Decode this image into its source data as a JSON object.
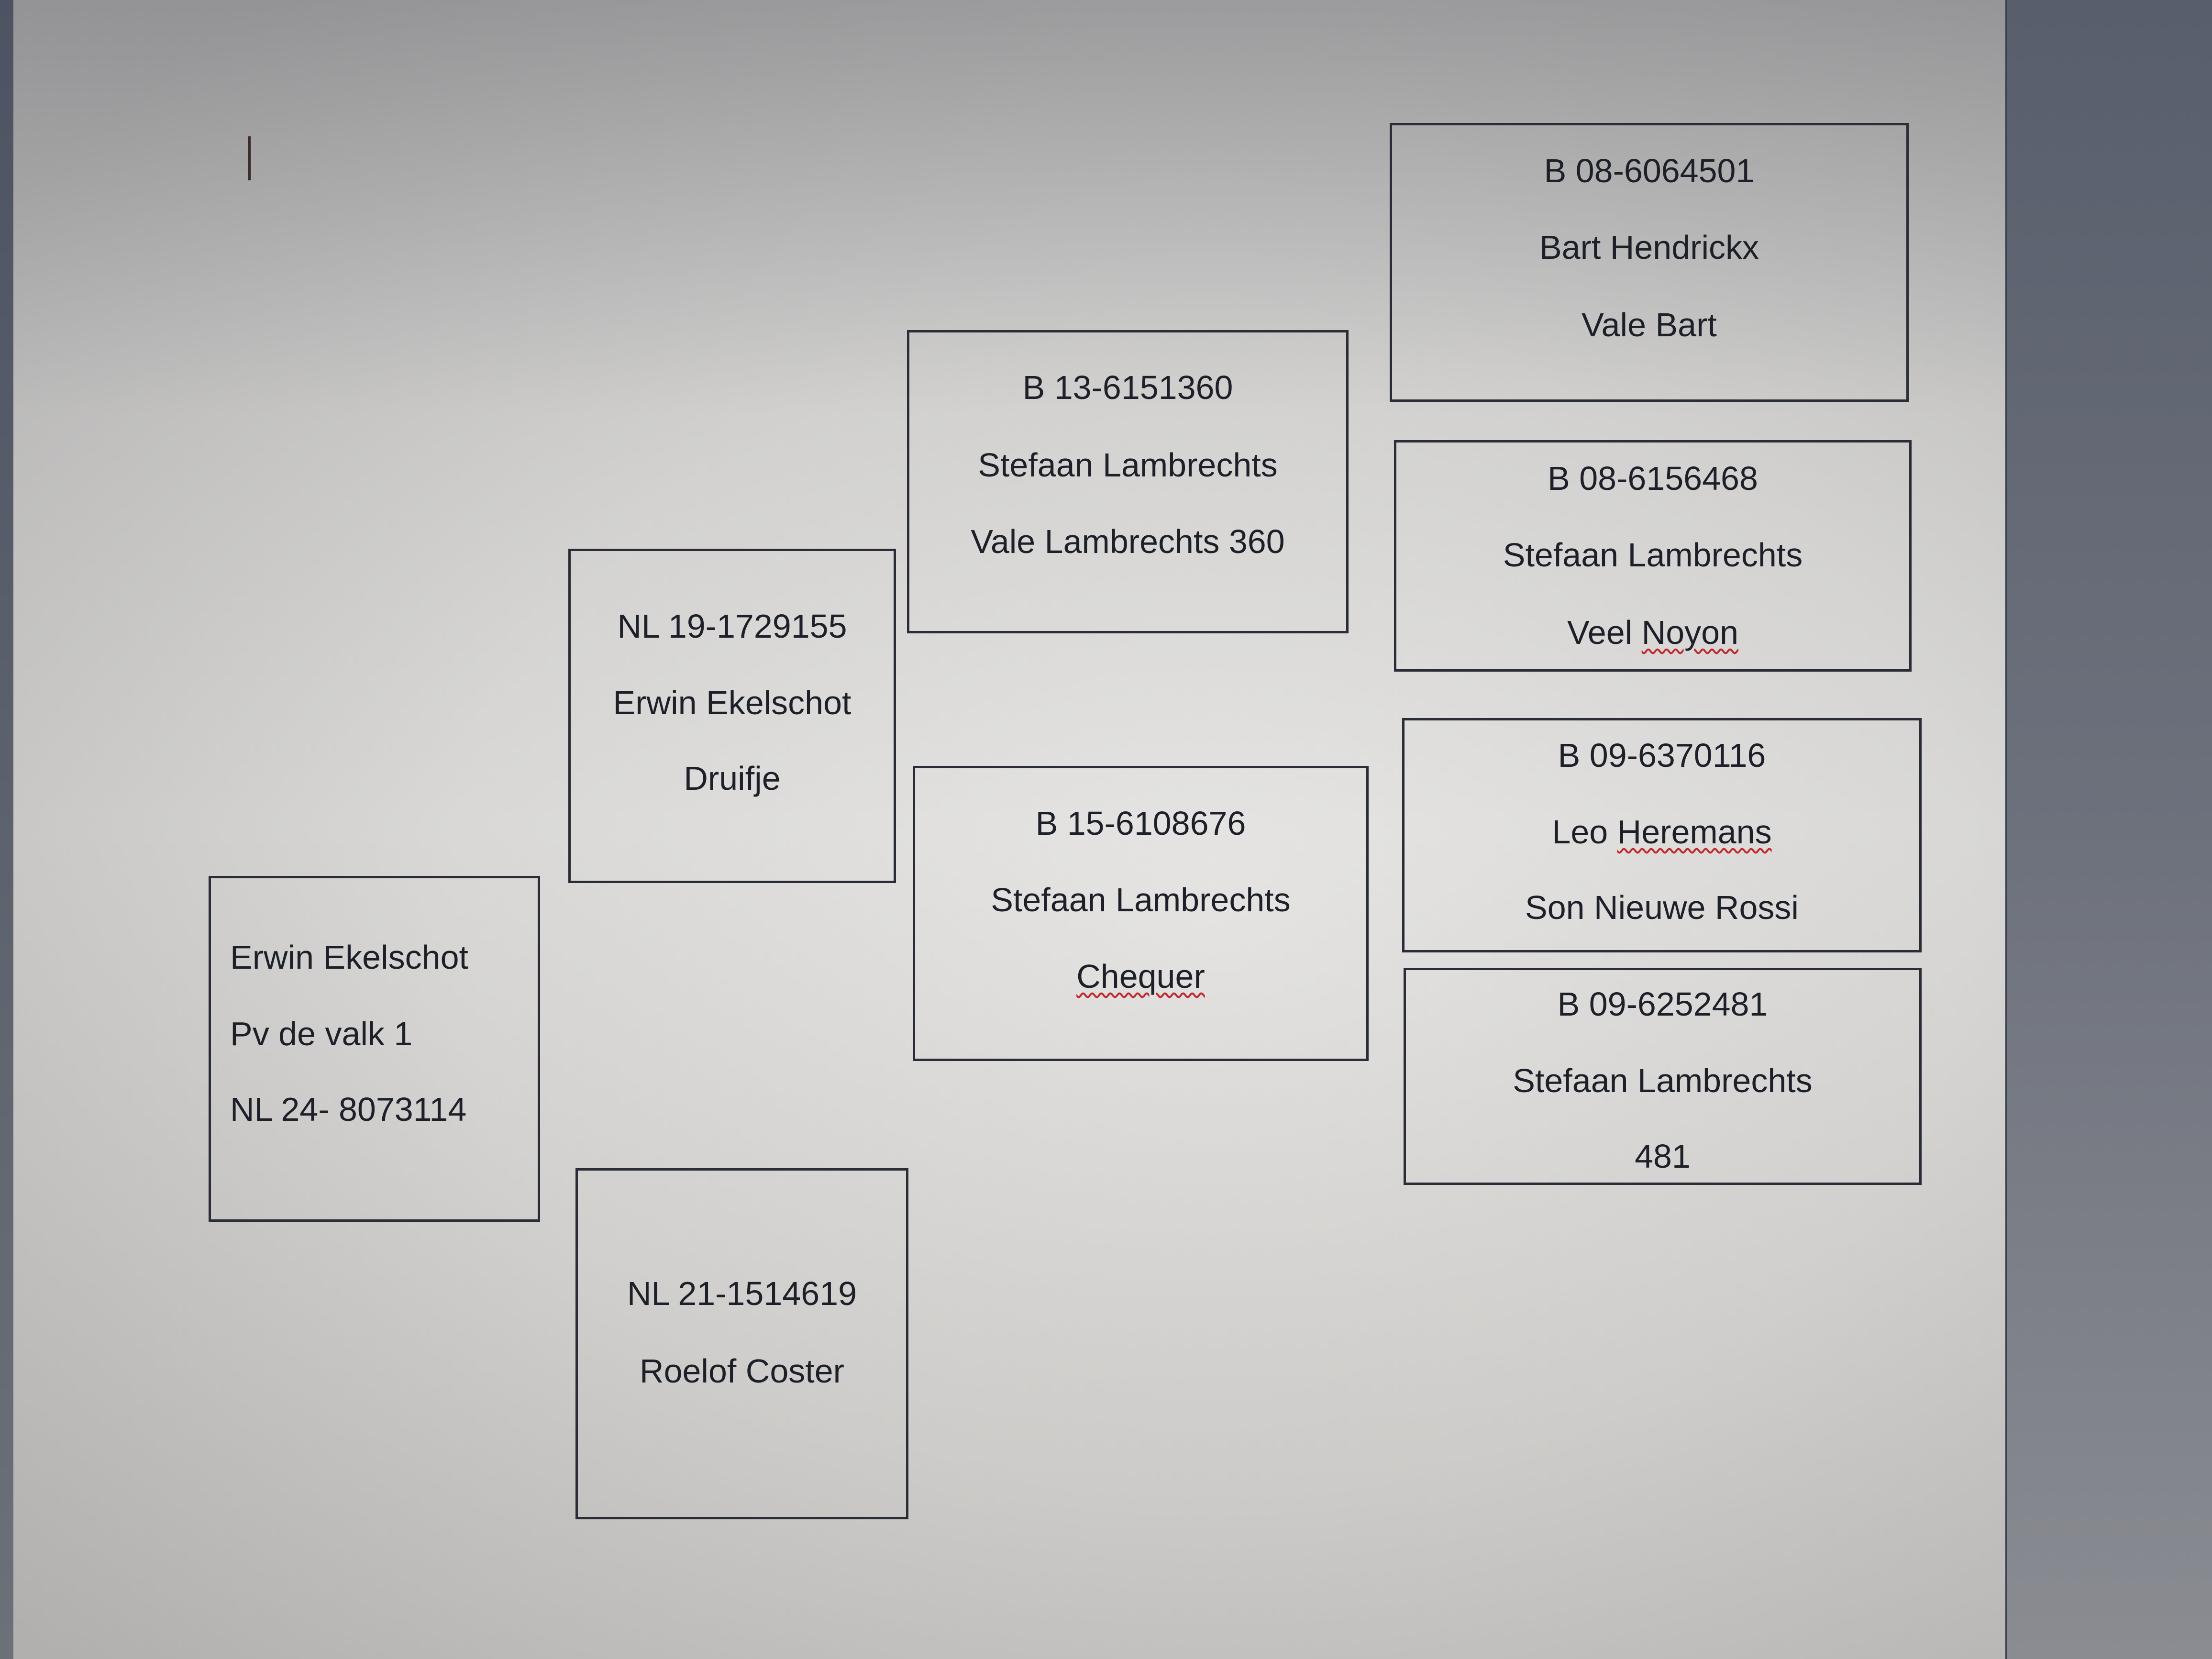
{
  "document": {
    "cursor": "text-cursor",
    "labels": [
      {
        "id": "box-b08-6064501",
        "lines": [
          "B 08-6064501",
          "Bart Hendrickx",
          "Vale Bart"
        ],
        "spellcheck_flag": []
      },
      {
        "id": "box-b13-6151360",
        "lines": [
          "B 13-6151360",
          "Stefaan Lambrechts",
          "Vale Lambrechts 360"
        ],
        "spellcheck_flag": []
      },
      {
        "id": "box-b08-6156468",
        "lines": [
          "B 08-6156468",
          "Stefaan Lambrechts",
          "Veel ",
          "Noyon"
        ],
        "spellcheck_flag": [
          "Noyon"
        ]
      },
      {
        "id": "box-nl19-1729155",
        "lines": [
          "NL 19-1729155",
          "Erwin Ekelschot",
          "Druifje"
        ],
        "spellcheck_flag": []
      },
      {
        "id": "box-b15-6108676",
        "lines": [
          "B 15-6108676",
          "Stefaan Lambrechts",
          "Chequer"
        ],
        "spellcheck_flag": [
          "Chequer"
        ]
      },
      {
        "id": "box-b09-6370116",
        "lines": [
          "B 09-6370116",
          "Leo ",
          "Heremans",
          "Son Nieuwe Rossi"
        ],
        "spellcheck_flag": [
          "Heremans"
        ]
      },
      {
        "id": "box-b09-6252481",
        "lines": [
          "B 09-6252481",
          "Stefaan Lambrechts",
          "481"
        ],
        "spellcheck_flag": []
      },
      {
        "id": "box-erwin-ekelschot-address",
        "lines": [
          "Erwin Ekelschot",
          "Pv de valk 1",
          "NL 24- 8073114"
        ],
        "spellcheck_flag": []
      },
      {
        "id": "box-nl21-1514619",
        "lines": [
          "NL 21-1514619",
          "Roelof Coster"
        ],
        "spellcheck_flag": []
      }
    ]
  },
  "colors": {
    "page_background": "#dedddb",
    "border": "#2a2d36",
    "text": "#1d2028",
    "spellcheck_underline": "#c0282d",
    "outside_area": "#5a5f6b"
  }
}
